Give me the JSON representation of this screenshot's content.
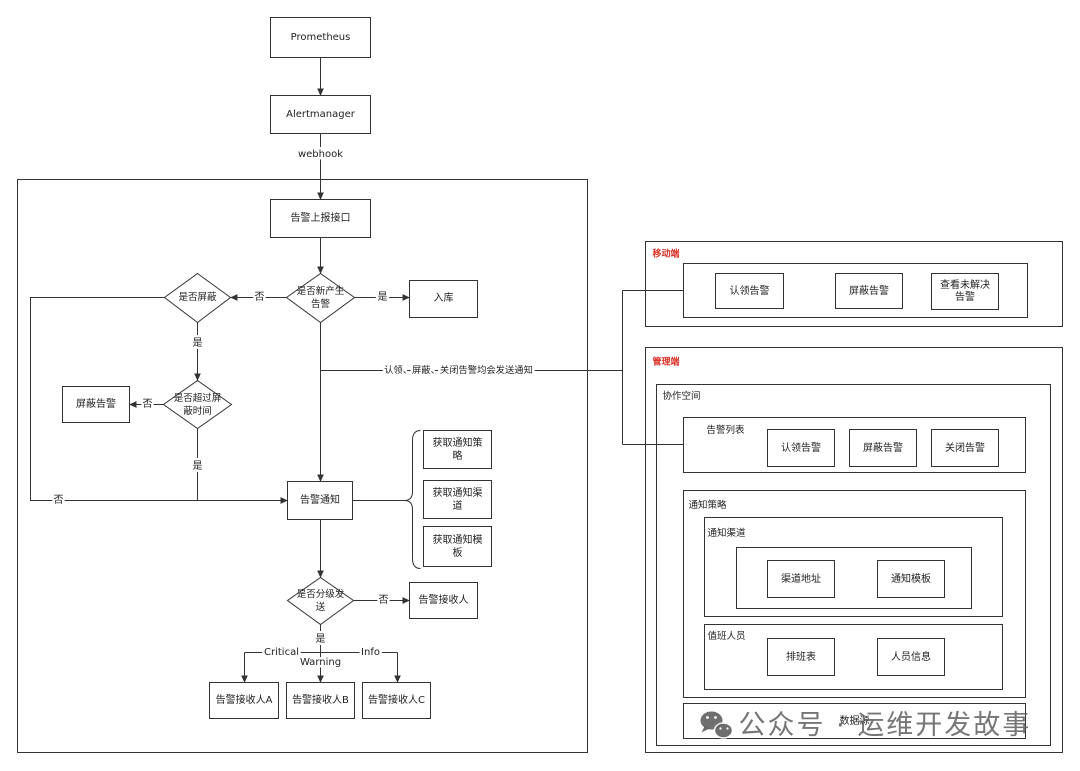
{
  "sources": {
    "prometheus": "Prometheus",
    "alertmanager": "Alertmanager",
    "webhook": "webhook"
  },
  "flow": {
    "report_api": "告警上报接口",
    "is_new_alert": [
      "是否新产生",
      "告警"
    ],
    "store": "入库",
    "is_silenced": "是否屏蔽",
    "silence_expired": [
      "是否超过屏",
      "蔽时间"
    ],
    "silence_alert": "屏蔽告警",
    "notify": "告警通知",
    "fetch_policy": [
      "获取通知策",
      "略"
    ],
    "fetch_channel": [
      "获取通知渠",
      "道"
    ],
    "fetch_template": [
      "获取通知模",
      "板"
    ],
    "is_tiered": [
      "是否分级发",
      "送"
    ],
    "receiver": "告警接收人",
    "receiver_a": "告警接收人A",
    "receiver_b": "告警接收人B",
    "receiver_c": "告警接收人C",
    "edges": {
      "new_yes": "是",
      "new_no": "否",
      "silenced_yes": "是",
      "silenced_no": "否",
      "expired_no": "否",
      "expired_yes": "是",
      "tiered_no": "否",
      "tiered_yes": "是",
      "critical": "Critical",
      "warning": "Warning",
      "info": "Info",
      "actions_notify": "认领、屏蔽、关闭告警均会发送通知"
    }
  },
  "mobile": {
    "title": "移动端",
    "claim": "认领告警",
    "silence": "屏蔽告警",
    "unresolved": [
      "查看未解决",
      "告警"
    ]
  },
  "management": {
    "title": "管理端",
    "workspace": {
      "title": "协作空间",
      "alert_list": {
        "title": "告警列表",
        "claim": "认领告警",
        "silence": "屏蔽告警",
        "close": "关闭告警"
      },
      "notify_policy": {
        "title": "通知策略",
        "channel": {
          "title": "通知渠道",
          "address": "渠道地址",
          "template": "通知模板"
        },
        "on_call": {
          "title": "值班人员",
          "schedule": "排班表",
          "people": "人员信息"
        }
      },
      "data_source": "数据源"
    }
  },
  "watermark": {
    "icon": "wechat-icon",
    "text": "公众号 · 运维开发故事"
  },
  "colors": {
    "line": "#333333",
    "section_title": "#d9342b",
    "watermark": "#5f5f5f"
  }
}
